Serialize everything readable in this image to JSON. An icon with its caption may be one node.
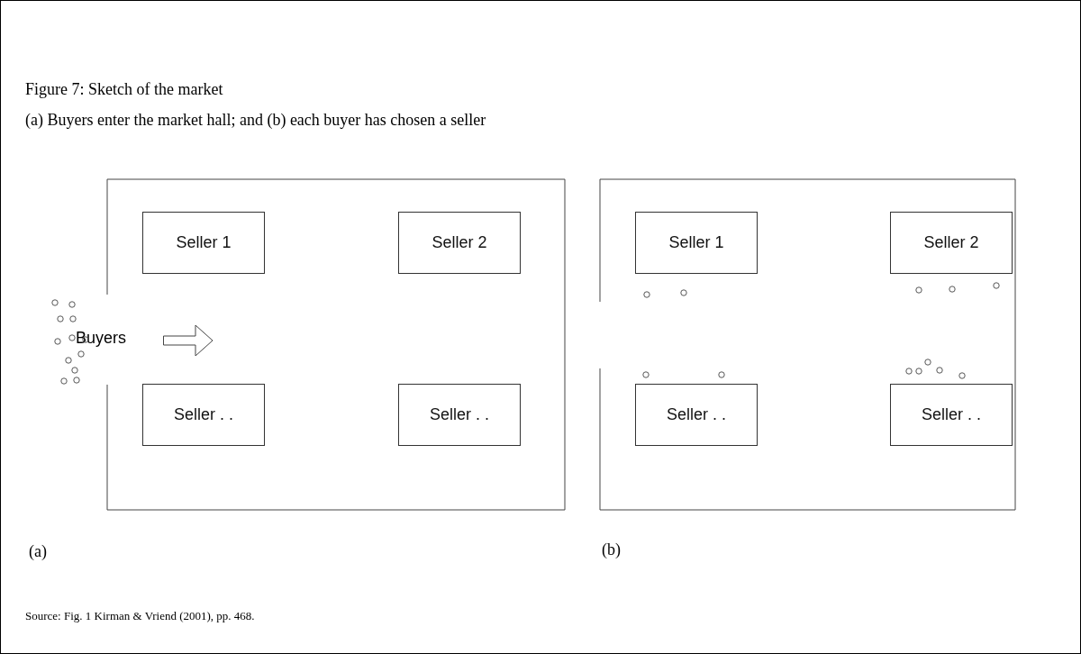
{
  "diagram": {
    "title": "Figure 7: Sketch of the market",
    "caption": "(a) Buyers enter the market hall; and (b) each buyer has chosen a seller",
    "nodes": [
      {
        "text": [],
        "shape": "box"
      },
      {
        "text": [
          "Seller 1"
        ],
        "in": 0
      },
      {
        "text": [
          "Seller 2"
        ],
        "in": 0
      },
      {
        "text": [
          "Seller . ."
        ],
        "in": 0
      },
      {
        "text": [
          "Seller . ."
        ],
        "in": 0
      },
      {
        "text": [],
        "shape": "box"
      },
      {
        "text": [
          "Seller 1"
        ],
        "in": 5
      },
      {
        "text": [
          "Seller 2"
        ],
        "in": 5
      },
      {
        "text": [
          "Seller . ."
        ],
        "in": 5
      },
      {
        "text": [
          "Seller . ."
        ],
        "in": 5
      }
    ],
    "edges": [],
    "labels": [
      "Buyers",
      "(a)",
      "(b)",
      "Source: Fig. 1 Kirman & Vriend (2001), pp. 468."
    ]
  }
}
